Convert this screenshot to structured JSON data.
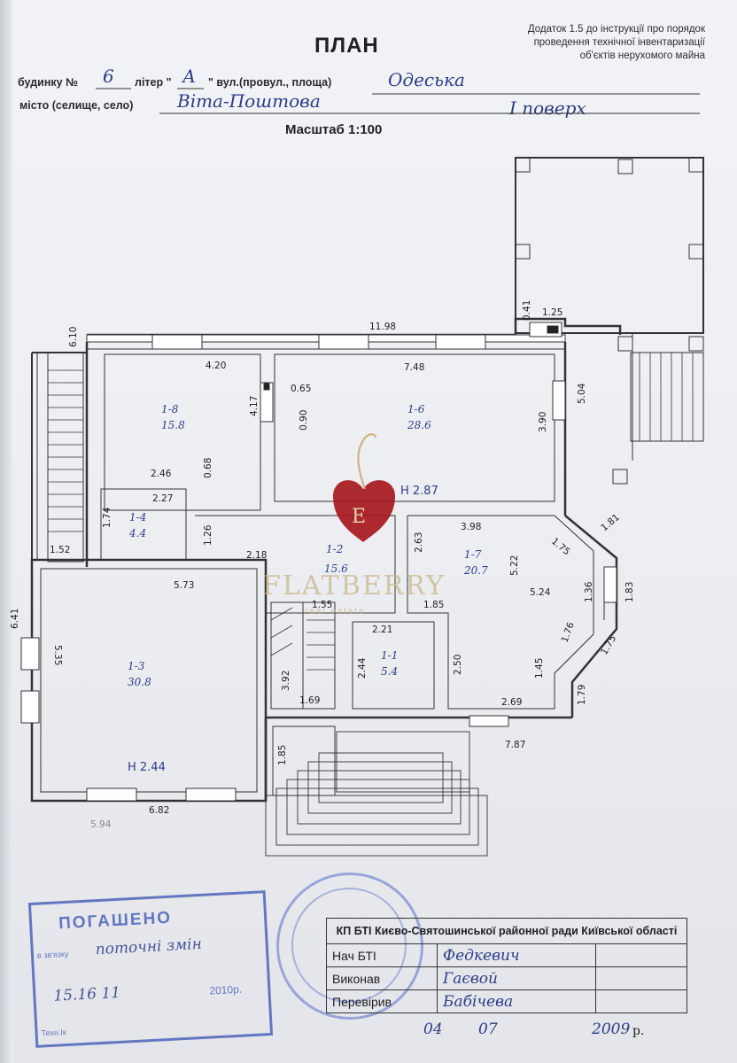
{
  "header": {
    "note_lines": [
      "Додаток 1.5 до інструкції про порядок",
      "проведення технічної інвентаризації",
      "об'єктів нерухомого майна"
    ],
    "title": "ПЛАН",
    "building_prefix": "будинку №",
    "building_no": "6",
    "letter_prefix": "літер \"",
    "letter": "А",
    "letter_suffix": "\" вул.(провул., площа)",
    "street": "Одеська",
    "city_prefix": "місто (селище, село)",
    "city": "Віта-Поштова",
    "floor": "І поверх",
    "scale": "Масштаб 1:100"
  },
  "plan": {
    "room_labels": [
      "1-8",
      "1-6",
      "1-4",
      "1-3",
      "1-7",
      "1-1",
      "1-2"
    ],
    "room_areas": [
      "15.8",
      "28.6",
      "4.4",
      "30.8",
      "20.7",
      "5.4",
      "15.6"
    ],
    "heights": [
      "Н 2.87",
      "Н 2.44"
    ],
    "dims": [
      "11.98",
      "6.10",
      "4.20",
      "7.48",
      "4.17",
      "0.65",
      "0.90",
      "3.90",
      "5.04",
      "1.25",
      "0.41",
      "2.46",
      "0.68",
      "2.27",
      "1.74",
      "1.26",
      "1.52",
      "6.41",
      "5.73",
      "5.35",
      "2.18",
      "1.55",
      "2.63",
      "3.98",
      "5.22",
      "5.24",
      "1.75",
      "1.81",
      "1.36",
      "1.83",
      "1.76",
      "1.75",
      "1.85",
      "2.21",
      "2.44",
      "2.50",
      "1.45",
      "1.79",
      "3.92",
      "1.69",
      "2.69",
      "7.87",
      "1.85",
      "6.82",
      "5.94"
    ]
  },
  "watermark": {
    "brand": "FLATBERRY",
    "tagline": "real estate"
  },
  "stamp": {
    "title": "ПОГАШЕНО",
    "line1_prefix": "в зв'язку",
    "line1_hw": "поточні змін",
    "date_hw": "15.16   11",
    "year": "2010р.",
    "tech": "Техн.Ік"
  },
  "signoff": {
    "org": "КП БТІ Києво-Святошинської районної ради Київської області",
    "rows": [
      {
        "label": "Нач БТІ",
        "value": "Федкевич"
      },
      {
        "label": "Виконав",
        "value": "Гаєвой"
      },
      {
        "label": "Перевірив",
        "value": "Бабічева"
      }
    ],
    "date_day": "04",
    "date_month": "07",
    "date_year": "2009",
    "year_suffix": "р."
  }
}
